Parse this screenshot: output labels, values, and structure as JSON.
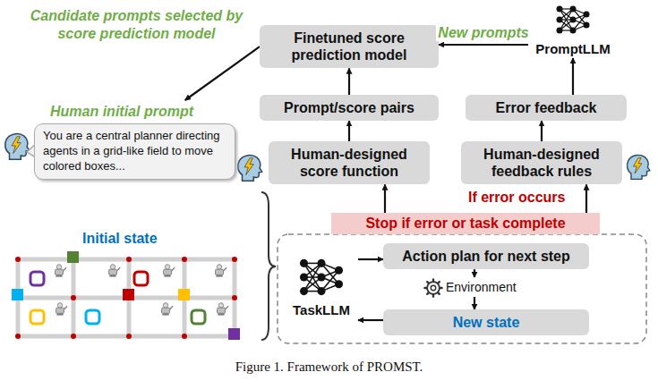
{
  "diagram": {
    "caption": "Figure 1. Framework of PROMST.",
    "nodes": [
      {
        "text": [
          "Finetuned score prediction model"
        ]
      },
      {
        "text": [
          "Prompt/score pairs"
        ]
      },
      {
        "text": [
          "Human-designed score function"
        ]
      },
      {
        "text": [
          "PromptLLM"
        ]
      },
      {
        "text": [
          "Error feedback"
        ]
      },
      {
        "text": [
          "Human-designed feedback rules"
        ]
      },
      {
        "text": [
          "Human initial prompt",
          "You are a central planner directing agents in a grid-like field to move colored boxes..."
        ]
      },
      {
        "text": [
          "Stop if error or task complete"
        ]
      },
      {
        "text": [
          "TaskLLM"
        ]
      },
      {
        "text": [
          "Action plan for next step"
        ]
      },
      {
        "text": [
          "Environment"
        ]
      },
      {
        "text": [
          "New state"
        ]
      }
    ],
    "edges": [
      {
        "from": 1,
        "to": 0,
        "arrow": "to"
      },
      {
        "from": 2,
        "to": 1,
        "arrow": "to"
      },
      {
        "from": 5,
        "to": 4,
        "arrow": "to"
      },
      {
        "from": 4,
        "to": 3,
        "arrow": "to"
      },
      {
        "from": 3,
        "to": 0,
        "label": "New prompts",
        "arrow": "to"
      },
      {
        "from": 0,
        "to": 6,
        "arrow": "to"
      },
      {
        "from": 7,
        "to": 2,
        "arrow": "to"
      },
      {
        "from": 7,
        "to": 5,
        "arrow": "to"
      },
      {
        "from": 8,
        "to": 9,
        "arrow": "to"
      },
      {
        "from": 9,
        "to": 10,
        "arrow": "to"
      },
      {
        "from": 10,
        "to": 11,
        "arrow": "to"
      },
      {
        "from": 11,
        "to": 8,
        "arrow": "to"
      }
    ],
    "labels": [
      "Candidate prompts selected by score prediction model",
      "Initial state",
      "If error occurs"
    ]
  }
}
